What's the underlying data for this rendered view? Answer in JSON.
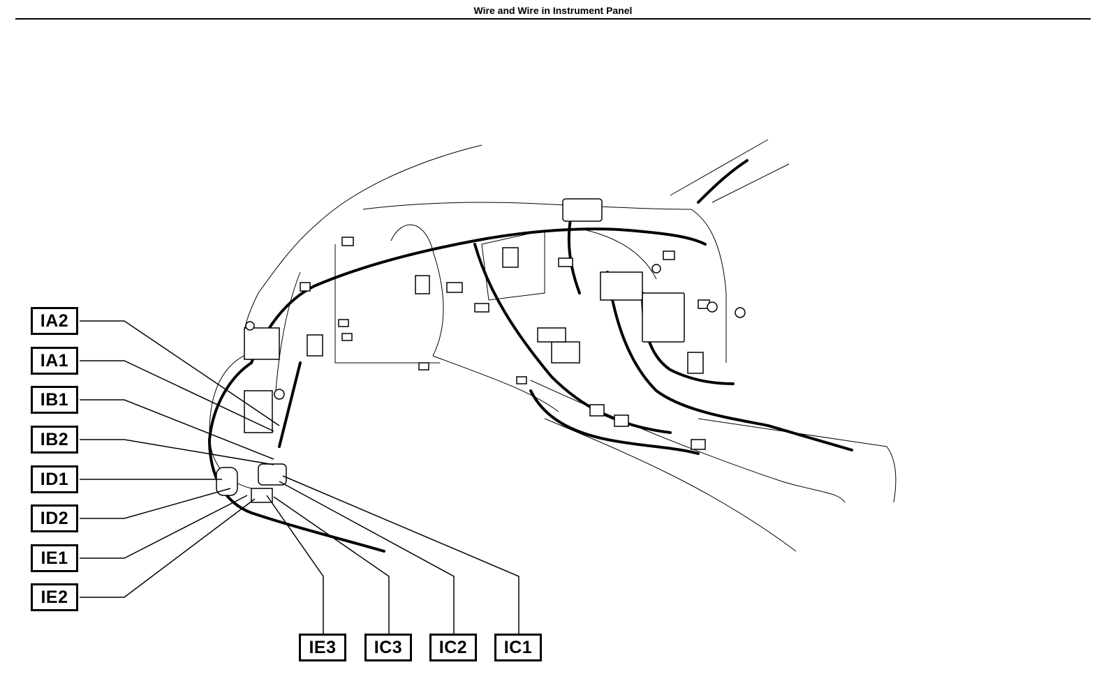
{
  "header": {
    "title": "Wire and Wire in Instrument Panel"
  },
  "labels": {
    "ia2": "IA2",
    "ia1": "IA1",
    "ib1": "IB1",
    "ib2": "IB2",
    "id1": "ID1",
    "id2": "ID2",
    "ie1": "IE1",
    "ie2": "IE2",
    "ie3": "IE3",
    "ic3": "IC3",
    "ic2": "IC2",
    "ic1": "IC1"
  }
}
